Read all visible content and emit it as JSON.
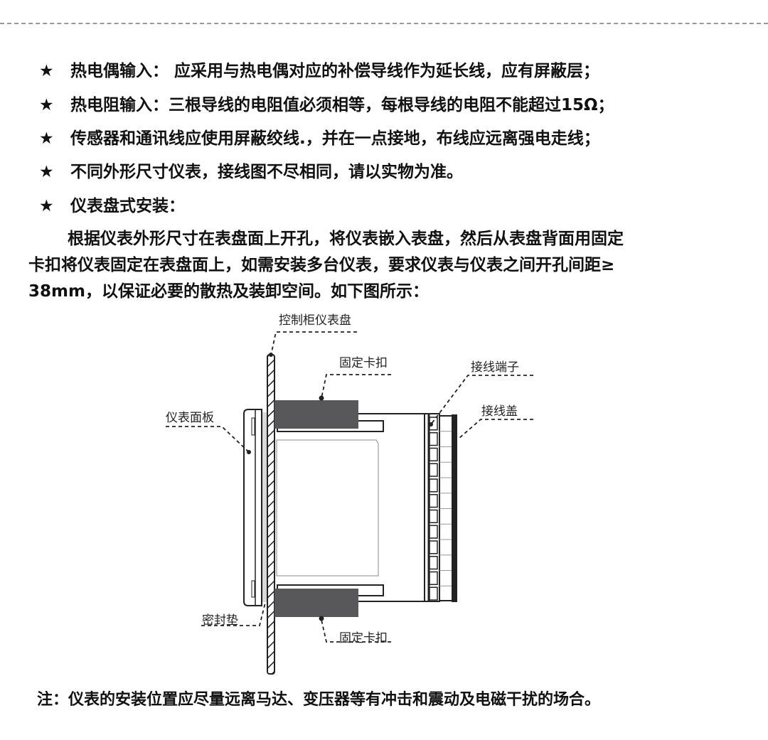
{
  "bullets": [
    {
      "icon": "star-icon",
      "glyph": "★",
      "text": "热电偶输入： 应采用与热电偶对应的补偿导线作为延长线，应有屏蔽层；"
    },
    {
      "icon": "star-icon",
      "glyph": "★",
      "text": "热电阻输入：三根导线的电阻值必须相等，每根导线的电阻不能超过15Ω；"
    },
    {
      "icon": "star-icon",
      "glyph": "★",
      "text": "传感器和通讯线应使用屏蔽绞线.，并在一点接地，布线应远离强电走线；"
    },
    {
      "icon": "star-icon",
      "glyph": "★",
      "text": "不同外形尺寸仪表，接线图不尽相同，请以实物为准。"
    },
    {
      "icon": "star-icon",
      "glyph": "★",
      "text": "仪表盘式安装："
    }
  ],
  "paragraph": {
    "line1": "根据仪表外形尺寸在表盘面上开孔，将仪表嵌入表盘，然后从表盘背面用固定",
    "line2": "卡扣将仪表固定在表盘面上，如需安装多台仪表，要求仪表与仪表之间开孔间距≥",
    "line3": "38mm，以保证必要的散热及装卸空间。如下图所示："
  },
  "diagram": {
    "labels": {
      "panel": "控制柜仪表盘",
      "clip_top": "固定卡扣",
      "terminal": "接线端子",
      "cover": "接线盖",
      "faceplate": "仪表面板",
      "gasket": "密封垫",
      "clip_bottom": "固定卡扣"
    },
    "colors": {
      "clip": "#58585a",
      "line": "#222222",
      "gasket": "#d9d9d9"
    }
  },
  "note": "注：仪表的安装位置应尽量远离马达、变压器等有冲击和震动及电磁干扰的场合。"
}
